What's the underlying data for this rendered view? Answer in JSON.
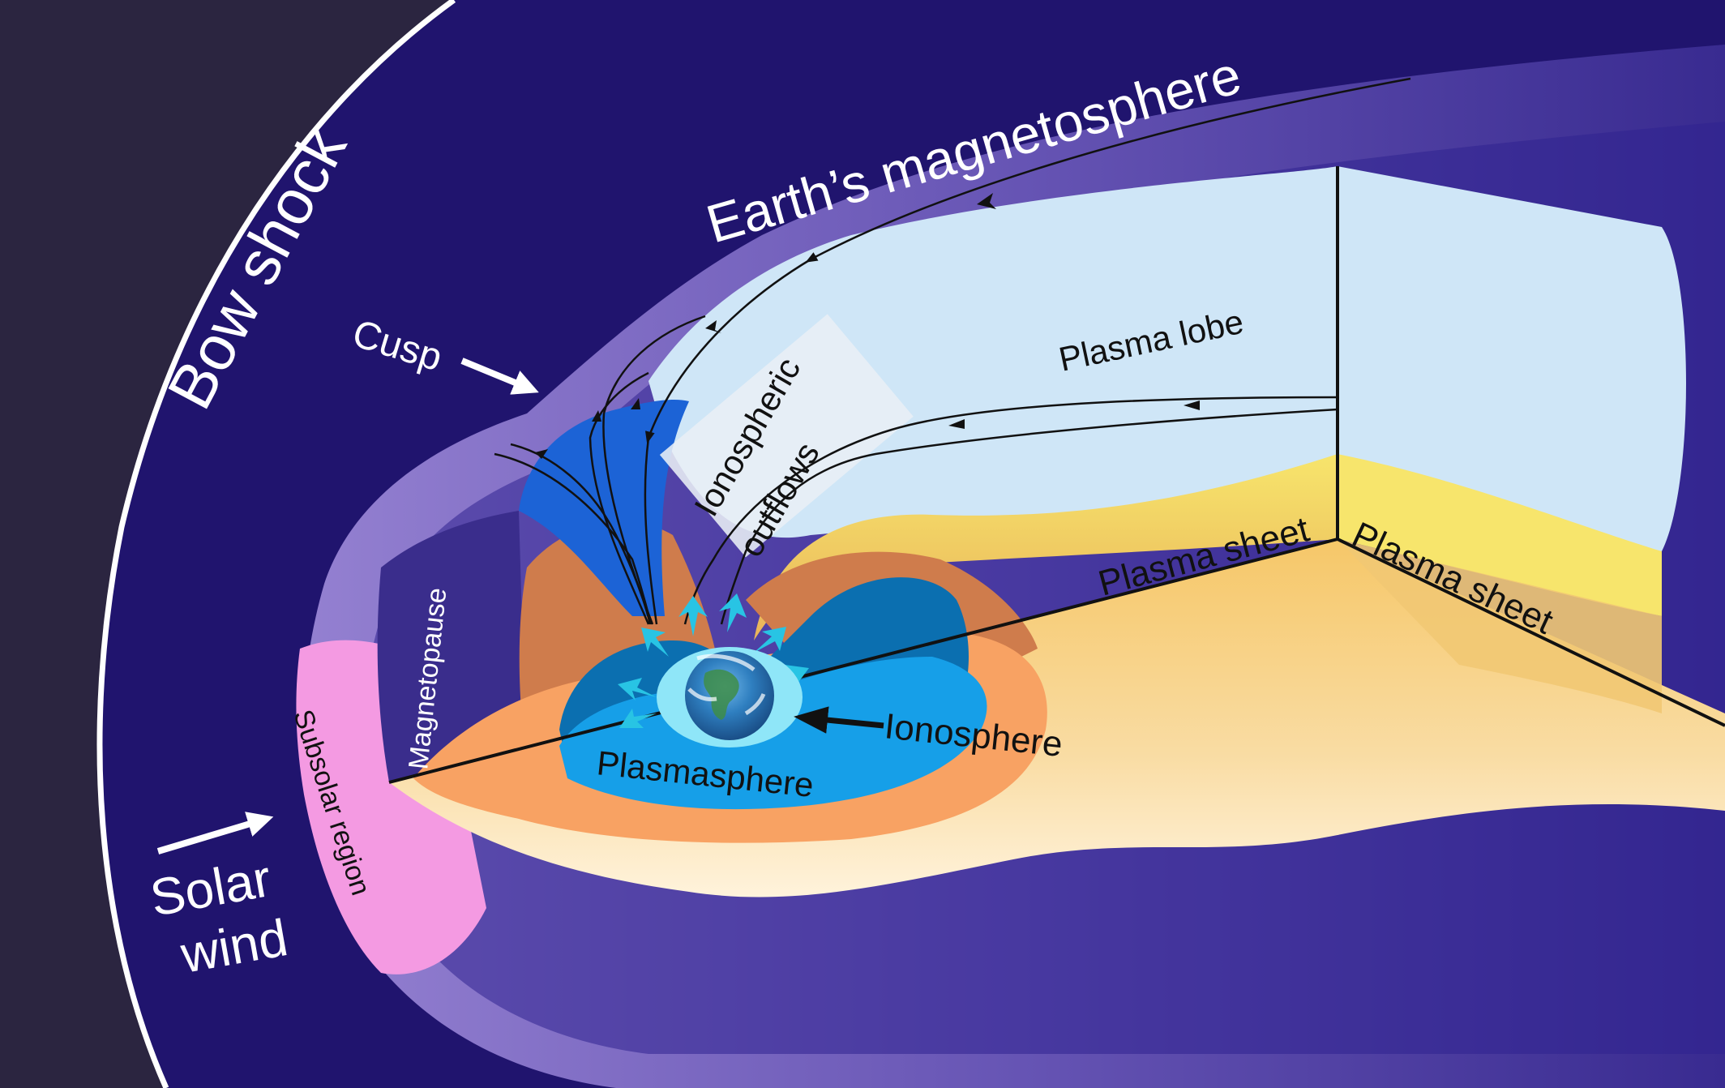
{
  "labels": {
    "bow_shock": "Bow shock",
    "earths_magnetosphere": "Earth’s magnetosphere",
    "cusp": "Cusp",
    "plasma_lobe": "Plasma lobe",
    "ionospheric_line1": "Ionospheric",
    "ionospheric_line2": "outflows",
    "plasma_sheet_inner": "Plasma sheet",
    "plasma_sheet_outer": "Plasma sheet",
    "magnetopause": "Magnetopause",
    "subsolar_region": "Subsolar region",
    "ionosphere": "Ionosphere",
    "plasmasphere": "Plasmasphere",
    "solar_wind_line1": "Solar",
    "solar_wind_line2": "wind"
  },
  "colors": {
    "space": "#2b2540",
    "magnetosheath": "#20146e",
    "magnetosphere_rim": "#7c6cc4",
    "plasma_lobe": "#cfe6f7",
    "plasma_sheet": "#f1c873",
    "plasma_sheet_light": "#f7e56c",
    "floor_light": "#fbe3b8",
    "outer_lobe": "#cf7c4c",
    "orange_belt": "#f8a263",
    "inner_belt": "#0b6fb0",
    "plasmasphere": "#169fe8",
    "cusp": "#1c63d6",
    "subsolar": "#f49ae2",
    "ionosphere": "#8fe6f8",
    "outflow_arrow": "#28c4e4"
  }
}
